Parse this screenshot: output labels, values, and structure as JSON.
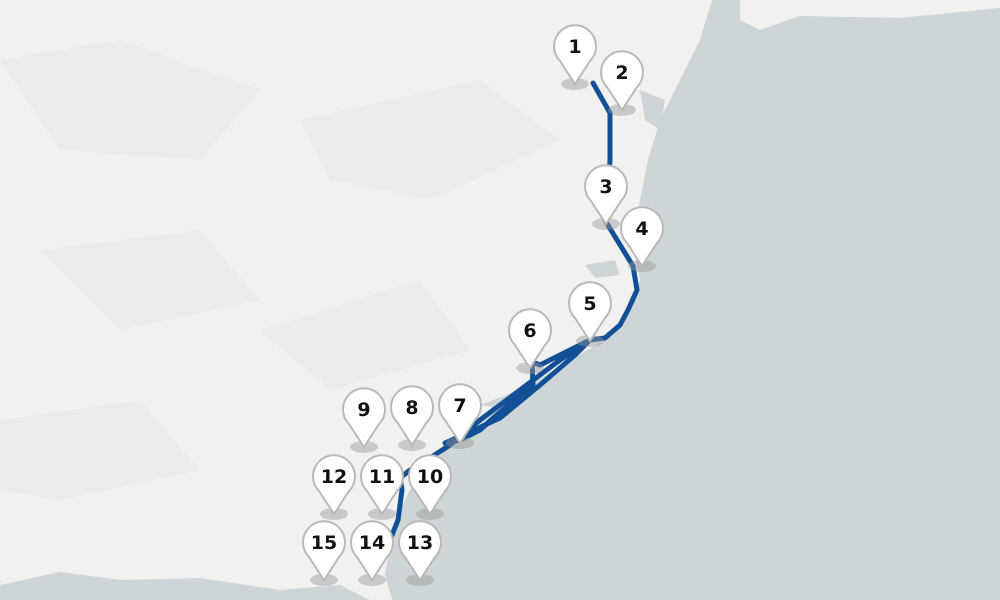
{
  "map": {
    "colors": {
      "land": "#f1f1f0",
      "land_shade": "#e8e9e8",
      "sea": "#cdd5d8",
      "route": "#114f96",
      "pin_fill": "#ffffff",
      "pin_stroke": "#b9b9b9"
    },
    "markers": [
      {
        "label": "1"
      },
      {
        "label": "2"
      },
      {
        "label": "3"
      },
      {
        "label": "4"
      },
      {
        "label": "5"
      },
      {
        "label": "6"
      },
      {
        "label": "7"
      },
      {
        "label": "8"
      },
      {
        "label": "9"
      },
      {
        "label": "10"
      },
      {
        "label": "11"
      },
      {
        "label": "12"
      },
      {
        "label": "13"
      },
      {
        "label": "14"
      },
      {
        "label": "15"
      }
    ]
  }
}
